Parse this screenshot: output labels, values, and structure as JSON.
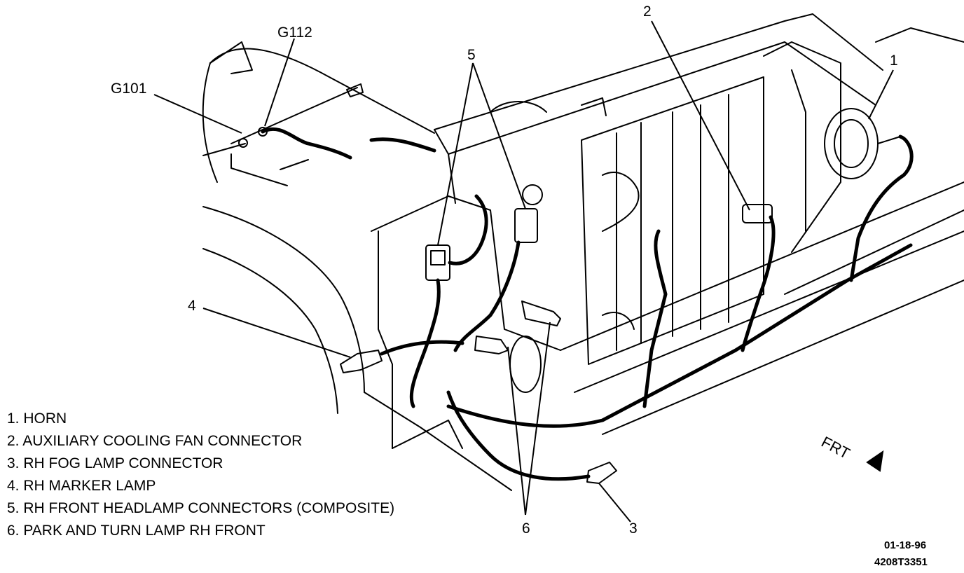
{
  "callouts": {
    "c1": "1",
    "c2": "2",
    "c3": "3",
    "c4": "4",
    "c5": "5",
    "c6": "6"
  },
  "grounds": {
    "g101": "G101",
    "g112": "G112"
  },
  "legend": [
    "1. HORN",
    "2. AUXILIARY COOLING FAN CONNECTOR",
    "3. RH FOG LAMP CONNECTOR",
    "4. RH  MARKER LAMP",
    "5. RH FRONT HEADLAMP CONNECTORS (COMPOSITE)",
    "6. PARK AND TURN LAMP RH FRONT"
  ],
  "direction": "FRT",
  "footer": {
    "date": "01-18-96",
    "code": "4208T3351"
  }
}
